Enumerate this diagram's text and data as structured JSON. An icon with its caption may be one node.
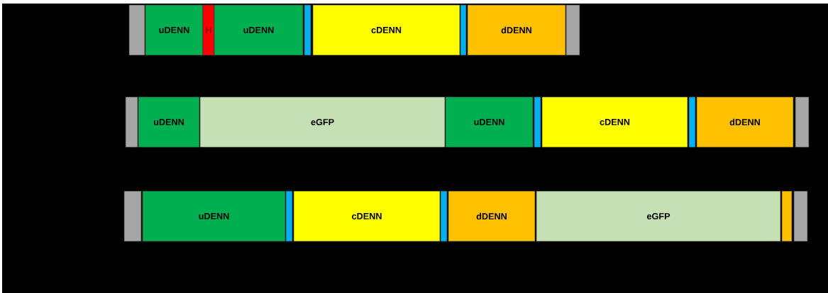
{
  "diagram": {
    "nodes": [
      {
        "text": [],
        "shape": "bar"
      },
      {
        "text": [
          "uDENN"
        ]
      },
      {
        "text": [
          "H"
        ]
      },
      {
        "text": [
          "uDENN"
        ]
      },
      {
        "text": [],
        "shape": "bar"
      },
      {
        "text": [
          "cDENN"
        ]
      },
      {
        "text": [],
        "shape": "bar"
      },
      {
        "text": [
          "dDENN"
        ]
      },
      {
        "text": [],
        "shape": "bar"
      },
      {
        "text": [],
        "shape": "bar"
      },
      {
        "text": [
          "uDENN"
        ]
      },
      {
        "text": [
          "eGFP"
        ]
      },
      {
        "text": [
          "uDENN"
        ]
      },
      {
        "text": [],
        "shape": "bar"
      },
      {
        "text": [
          "cDENN"
        ]
      },
      {
        "text": [],
        "shape": "bar"
      },
      {
        "text": [
          "dDENN"
        ]
      },
      {
        "text": [],
        "shape": "bar"
      },
      {
        "text": [],
        "shape": "bar"
      },
      {
        "text": [
          "uDENN"
        ]
      },
      {
        "text": [],
        "shape": "bar"
      },
      {
        "text": [
          "cDENN"
        ]
      },
      {
        "text": [],
        "shape": "bar"
      },
      {
        "text": [
          "dDENN"
        ]
      },
      {
        "text": [
          "eGFP"
        ]
      },
      {
        "text": [],
        "shape": "bar"
      },
      {
        "text": [],
        "shape": "bar"
      }
    ]
  }
}
